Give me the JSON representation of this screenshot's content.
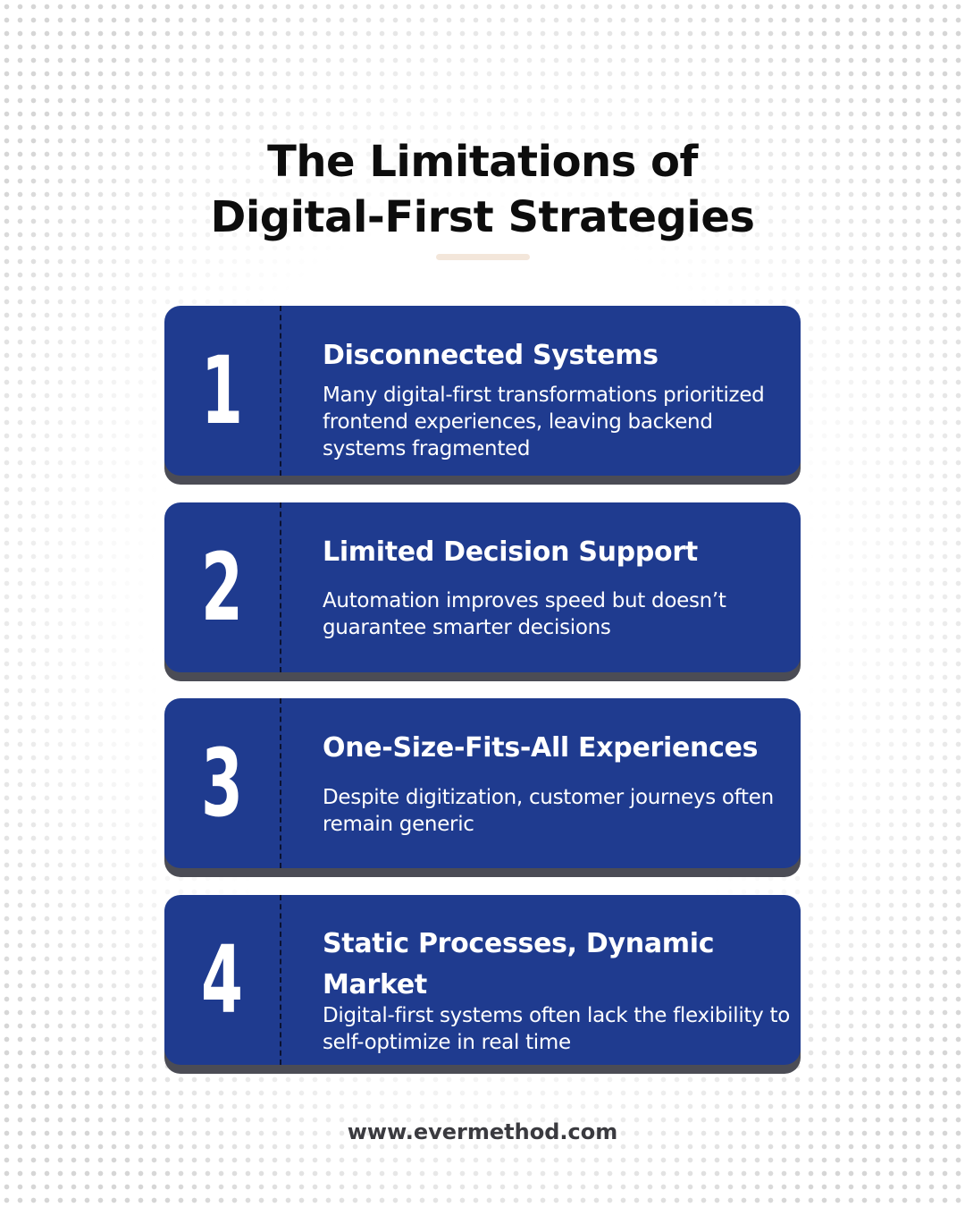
{
  "title": {
    "line1": "The Limitations of",
    "line2": "Digital-First Strategies"
  },
  "colors": {
    "card": "#1f3b8f",
    "card_shadow": "#4b4c55",
    "accent_underline": "#f3e6da",
    "text_dark": "#0d0d0d"
  },
  "items": [
    {
      "number": "1",
      "heading": "Disconnected Systems",
      "body": "Many digital-first transformations prioritized frontend experiences, leaving backend systems fragmented"
    },
    {
      "number": "2",
      "heading": "Limited Decision Support",
      "body": "Automation improves speed but doesn’t guarantee smarter decisions"
    },
    {
      "number": "3",
      "heading": "One-Size-Fits-All Experiences",
      "body": "Despite digitization, customer journeys often remain generic"
    },
    {
      "number": "4",
      "heading": "Static Processes, Dynamic Market",
      "body": "Digital-first systems often lack the flexibility to self-optimize in real time"
    }
  ],
  "footer": {
    "website": "www.evermethod.com"
  }
}
